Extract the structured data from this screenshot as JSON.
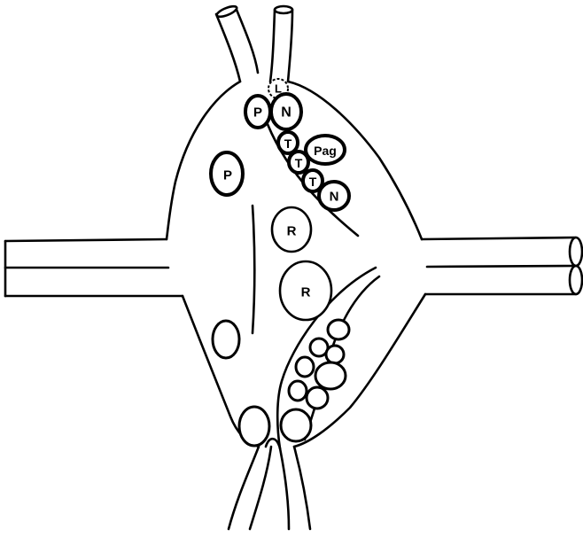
{
  "labels": {
    "l": "L",
    "p_upper": "P",
    "n_upper": "N",
    "p_left": "P",
    "t1": "T",
    "pag": "Pag",
    "t2": "T",
    "t3": "T",
    "n_lower": "N",
    "r_upper": "R",
    "r_lower": "R"
  }
}
